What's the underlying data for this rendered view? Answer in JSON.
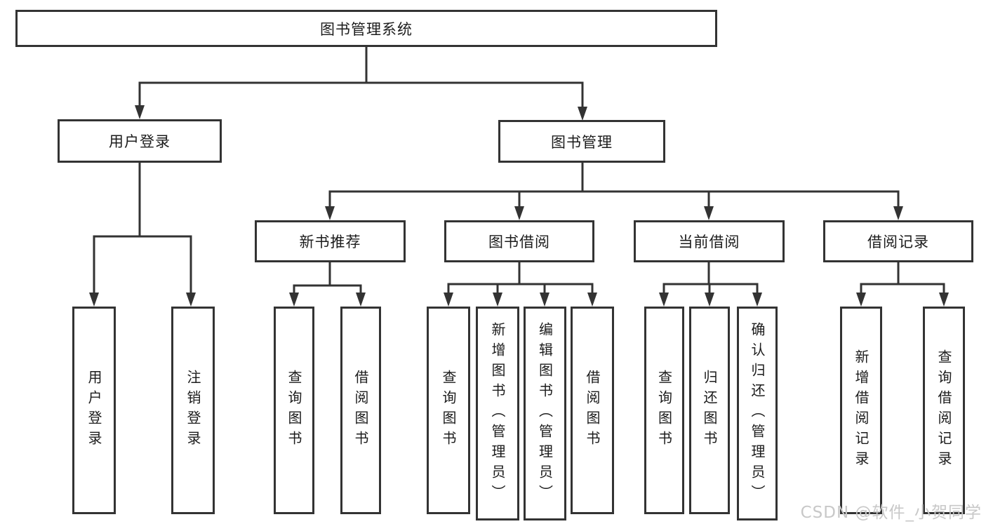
{
  "diagram": {
    "root_label": "图书管理系统",
    "level2": [
      {
        "label": "用户登录",
        "leaves": [
          "用户登录",
          "注销登录"
        ]
      },
      {
        "label": "图书管理"
      }
    ],
    "level3": [
      {
        "label": "新书推荐",
        "leaves": [
          "查询图书",
          "借阅图书"
        ]
      },
      {
        "label": "图书借阅",
        "leaves": [
          "查询图书",
          "新增图书（管理员）",
          "编辑图书（管理员）",
          "借阅图书"
        ]
      },
      {
        "label": "当前借阅",
        "leaves": [
          "查询图书",
          "归还图书",
          "确认归还（管理员）"
        ]
      },
      {
        "label": "借阅记录",
        "leaves": [
          "新增借阅记录",
          "查询借阅记录"
        ]
      }
    ],
    "colors": {
      "line": "#333333",
      "box_border": "#333333",
      "text": "#1c1c1c",
      "watermark": "#c8c8c8"
    },
    "watermark": "CSDN @软件_小贺同学"
  }
}
